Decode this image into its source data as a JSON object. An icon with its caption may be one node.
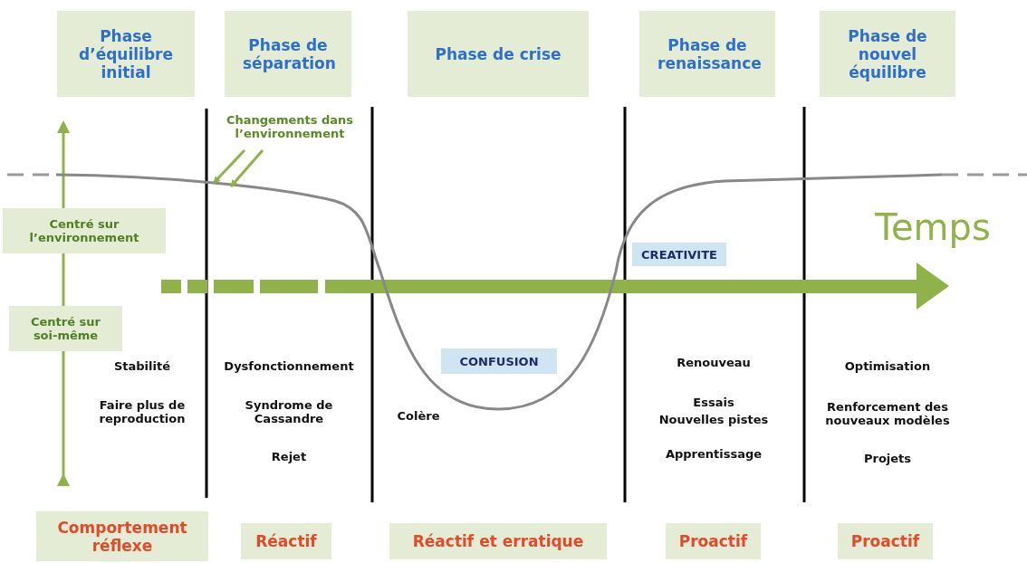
{
  "diagram": {
    "nodes": [
      {
        "text": [
          "Phase d’équilibre initial"
        ]
      },
      {
        "text": [
          "Phase de séparation"
        ]
      },
      {
        "text": [
          "Phase de crise"
        ]
      },
      {
        "text": [
          "Phase de renaissance"
        ]
      },
      {
        "text": [
          "Phase de nouvel équilibre"
        ]
      },
      {
        "text": [
          "Changements dans l’environnement"
        ]
      },
      {
        "text": [
          "Centré sur l’environnement"
        ]
      },
      {
        "text": [
          "Centré sur soi-même"
        ]
      },
      {
        "text": [
          "CONFUSION"
        ]
      },
      {
        "text": [
          "CREATIVITE"
        ]
      },
      {
        "text": [
          "Comportement réflexe"
        ]
      },
      {
        "text": [
          "Réactif"
        ]
      },
      {
        "text": [
          "Réactif et erratique"
        ]
      },
      {
        "text": [
          "Proactif"
        ]
      },
      {
        "text": [
          "Proactif"
        ]
      }
    ],
    "edges": [
      {
        "from": 5,
        "to": null,
        "arrow": "to"
      },
      {
        "from": 5,
        "to": null,
        "arrow": "to"
      }
    ],
    "labels": [
      "Temps",
      "Stabilité",
      "Dysfonctionnement",
      "Renouveau",
      "Optimisation",
      "Faire plus de reproduction",
      "Syndrome de Cassandre",
      "Essais",
      "Renforcement des nouveaux modèles",
      "Colère",
      "Nouvelles pistes",
      "Rejet",
      "Apprentissage",
      "Projets"
    ]
  }
}
